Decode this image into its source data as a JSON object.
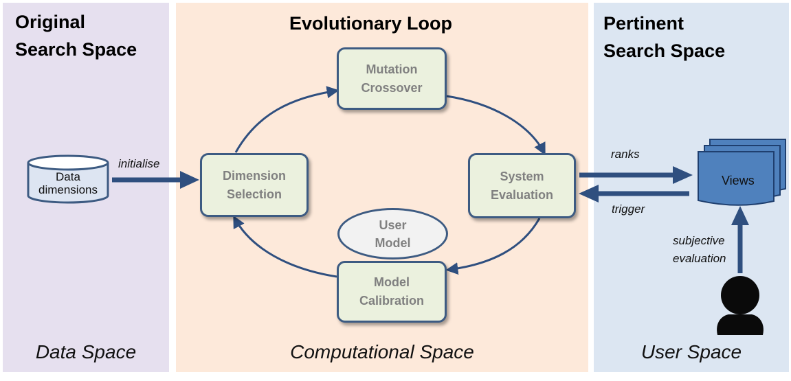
{
  "panels": {
    "left": {
      "heading_line1": "Original",
      "heading_line2": "Search Space",
      "footer": "Data Space"
    },
    "middle": {
      "heading": "Evolutionary Loop",
      "footer": "Computational Space"
    },
    "right": {
      "heading_line1": "Pertinent",
      "heading_line2": "Search Space",
      "footer": "User Space"
    }
  },
  "nodes": {
    "data_store": {
      "line1": "Data",
      "line2": "dimensions"
    },
    "mutation": {
      "line1": "Mutation",
      "line2": "Crossover"
    },
    "dimension": {
      "line1": "Dimension",
      "line2": "Selection"
    },
    "system": {
      "line1": "System",
      "line2": "Evaluation"
    },
    "calibration": {
      "line1": "Model",
      "line2": "Calibration"
    },
    "user_model": {
      "line1": "User",
      "line2": "Model"
    },
    "views": "Views"
  },
  "edge_labels": {
    "initialise": "initialise",
    "ranks": "ranks",
    "trigger": "trigger",
    "subjective_line1": "subjective",
    "subjective_line2": "evaluation"
  },
  "colors": {
    "arrow": "#2f4f7f",
    "box_fill": "#ebf1de",
    "box_border": "#3d5b82",
    "views_fill": "#4f81bd"
  }
}
